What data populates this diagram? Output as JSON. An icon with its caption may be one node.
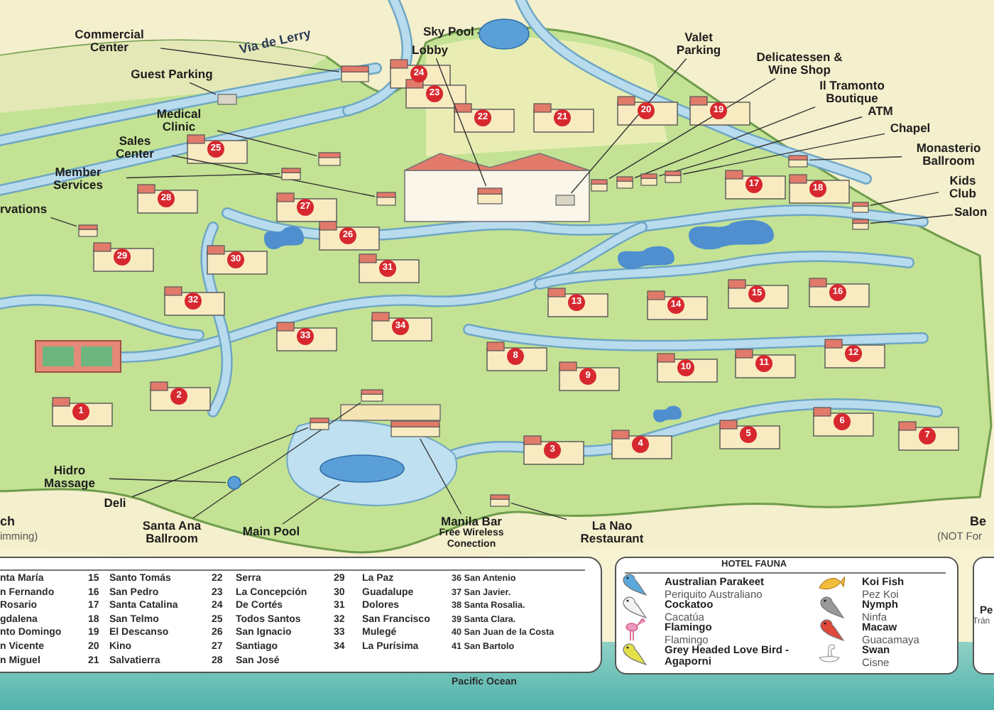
{
  "diagram": {
    "nodes": [
      {
        "text": [
          "Commercial Center"
        ]
      },
      {
        "text": [
          "Guest Parking"
        ]
      },
      {
        "text": [
          "Medical Clinic"
        ]
      },
      {
        "text": [
          "Sales Center"
        ]
      },
      {
        "text": [
          "Member Services"
        ]
      },
      {
        "text": [
          "rvations"
        ]
      },
      {
        "text": [
          "Sky Pool"
        ]
      },
      {
        "text": [
          "Lobby"
        ]
      },
      {
        "text": [
          "Valet Parking"
        ]
      },
      {
        "text": [
          "Delicatessen & Wine Shop"
        ]
      },
      {
        "text": [
          "Il Tramonto Boutique"
        ]
      },
      {
        "text": [
          "ATM"
        ]
      },
      {
        "text": [
          "Chapel"
        ]
      },
      {
        "text": [
          "Monasterio Ballroom"
        ]
      },
      {
        "text": [
          "Kids Club"
        ]
      },
      {
        "text": [
          "Salon"
        ]
      },
      {
        "text": [
          "Hidro Massage"
        ]
      },
      {
        "text": [
          "Deli"
        ]
      },
      {
        "text": [
          "Santa Ana Ballroom"
        ]
      },
      {
        "text": [
          "Main Pool"
        ]
      },
      {
        "text": [
          "Manila Bar",
          "Free Wireless Conection"
        ]
      },
      {
        "text": [
          "La Nao Restaurant"
        ]
      },
      {
        "text": [],
        "shape": "building"
      },
      {
        "text": [],
        "shape": "box"
      },
      {
        "text": [],
        "shape": "building"
      },
      {
        "text": [],
        "shape": "building"
      },
      {
        "text": [],
        "shape": "building"
      },
      {
        "text": [],
        "shape": "building"
      },
      {
        "text": [],
        "shape": "pool"
      },
      {
        "text": [],
        "shape": "building"
      },
      {
        "text": [],
        "shape": "box"
      },
      {
        "text": [],
        "shape": "building"
      },
      {
        "text": [],
        "shape": "building"
      },
      {
        "text": [],
        "shape": "building"
      },
      {
        "text": [],
        "shape": "building"
      },
      {
        "text": [],
        "shape": "building"
      },
      {
        "text": [],
        "shape": "building"
      },
      {
        "text": [],
        "shape": "building"
      },
      {
        "text": [],
        "shape": "circle"
      },
      {
        "text": [],
        "shape": "building"
      },
      {
        "text": [],
        "shape": "building"
      },
      {
        "text": [],
        "shape": "pool"
      },
      {
        "text": [],
        "shape": "building"
      },
      {
        "text": [],
        "shape": "building"
      }
    ],
    "edges": [
      {
        "from": 0,
        "to": 22,
        "arrow": "none"
      },
      {
        "from": 1,
        "to": 23,
        "arrow": "none"
      },
      {
        "from": 2,
        "to": 24,
        "arrow": "none"
      },
      {
        "from": 3,
        "to": 25,
        "arrow": "none"
      },
      {
        "from": 4,
        "to": 26,
        "arrow": "none"
      },
      {
        "from": 5,
        "to": 27,
        "arrow": "none"
      },
      {
        "from": 6,
        "to": 28,
        "arrow": "none"
      },
      {
        "from": 7,
        "to": 29,
        "arrow": "none"
      },
      {
        "from": 8,
        "to": 30,
        "arrow": "none"
      },
      {
        "from": 9,
        "to": 31,
        "arrow": "none"
      },
      {
        "from": 10,
        "to": 32,
        "arrow": "none"
      },
      {
        "from": 11,
        "to": 33,
        "arrow": "none"
      },
      {
        "from": 12,
        "to": 34,
        "arrow": "none"
      },
      {
        "from": 13,
        "to": 35,
        "arrow": "none"
      },
      {
        "from": 14,
        "to": 36,
        "arrow": "none"
      },
      {
        "from": 15,
        "to": 37,
        "arrow": "none"
      },
      {
        "from": 16,
        "to": 38,
        "arrow": "none"
      },
      {
        "from": 17,
        "to": 39,
        "arrow": "none"
      },
      {
        "from": 18,
        "to": 40,
        "arrow": "none"
      },
      {
        "from": 19,
        "to": 41,
        "arrow": "none"
      },
      {
        "from": 20,
        "to": 42,
        "arrow": "none"
      },
      {
        "from": 21,
        "to": 43,
        "arrow": "none"
      }
    ],
    "labels": [
      "Via de Lerry",
      "24",
      "23",
      "22",
      "21",
      "20",
      "19",
      "25",
      "17",
      "18",
      "28",
      "27",
      "26",
      "29",
      "30",
      "31",
      "32",
      "13",
      "14",
      "15",
      "16",
      "34",
      "33",
      "8",
      "12",
      "11",
      "10",
      "9",
      "2",
      "1",
      "6",
      "5",
      "7",
      "4",
      "3",
      "ch",
      "imming)",
      "Be",
      "(NOT For",
      "nta María",
      "15",
      "Santo Tomás",
      "22",
      "Serra",
      "29",
      "La Paz",
      "36 San Antenio",
      "n Fernando",
      "16",
      "San Pedro",
      "23",
      "La Concepción",
      "30",
      "Guadalupe",
      "37 San Javier.",
      "Rosario",
      "17",
      "Santa Catalina",
      "24",
      "De Cortés",
      "31",
      "Dolores",
      "38 Santa Rosalia.",
      "gdalena",
      "18",
      "San Telmo",
      "25",
      "Todos Santos",
      "32",
      "San Francisco",
      "39 Santa Clara.",
      "nto Domingo",
      "19",
      "El Descanso",
      "26",
      "San Ignacio",
      "33",
      "Mulegé",
      "40 San Juan de la Costa",
      "n Vicente",
      "20",
      "Kino",
      "27",
      "Santiago",
      "34",
      "La Purísima",
      "41 San Bartolo",
      "n Miguel",
      "21",
      "Salvatierra",
      "28",
      "San José",
      "HOTEL FAUNA",
      "Periquito Australiano",
      "Cacatúa",
      "Flamingo",
      "Pez Koi",
      "Ninfa",
      "Guacamaya",
      "Cisne",
      "Pe",
      "Trán",
      "Pacific Ocean"
    ],
    "legend": [
      {
        "text": "Australian Parakeet"
      },
      {
        "text": "Cockatoo"
      },
      {
        "text": "Flamingo"
      },
      {
        "text": "Grey Headed Love Bird - Agaporni"
      },
      {
        "text": "Koi Fish"
      },
      {
        "text": "Nymph"
      },
      {
        "text": "Macaw"
      },
      {
        "text": "Swan"
      }
    ]
  }
}
